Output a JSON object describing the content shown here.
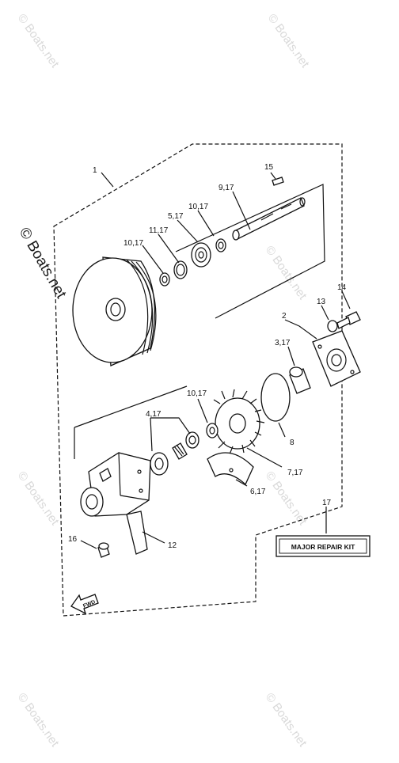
{
  "watermark": "© Boats.net",
  "callouts": {
    "c1": "1",
    "c15": "15",
    "c9": "9,17",
    "c10a": "10,17",
    "c5": "5,17",
    "c11": "11,17",
    "c10b": "10,17",
    "c14": "14",
    "c13": "13",
    "c2": "2",
    "c3": "3,17",
    "c10c": "10,17",
    "c4": "4,17",
    "c8": "8",
    "c7": "7,17",
    "c6": "6,17",
    "c17": "17",
    "c16": "16",
    "c12": "12"
  },
  "repair_kit_label": "MAJOR REPAIR KIT",
  "fwd_label": "FWD"
}
